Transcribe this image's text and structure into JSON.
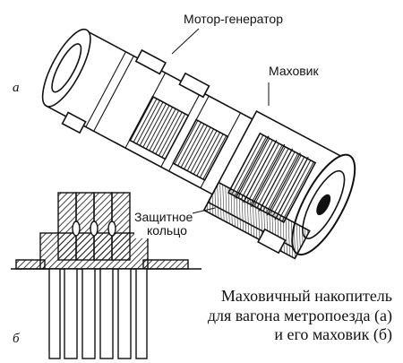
{
  "labels": {
    "motor_generator": "Мотор-генератор",
    "flywheel": "Маховик",
    "protective_ring_line1": "Защитное",
    "protective_ring_line2": "кольцо"
  },
  "markers": {
    "a": "а",
    "b": "б"
  },
  "caption": {
    "line1": "Маховичный накопитель",
    "line2": "для вагона метропоезда (а)",
    "line3": "и его маховик (б)"
  }
}
